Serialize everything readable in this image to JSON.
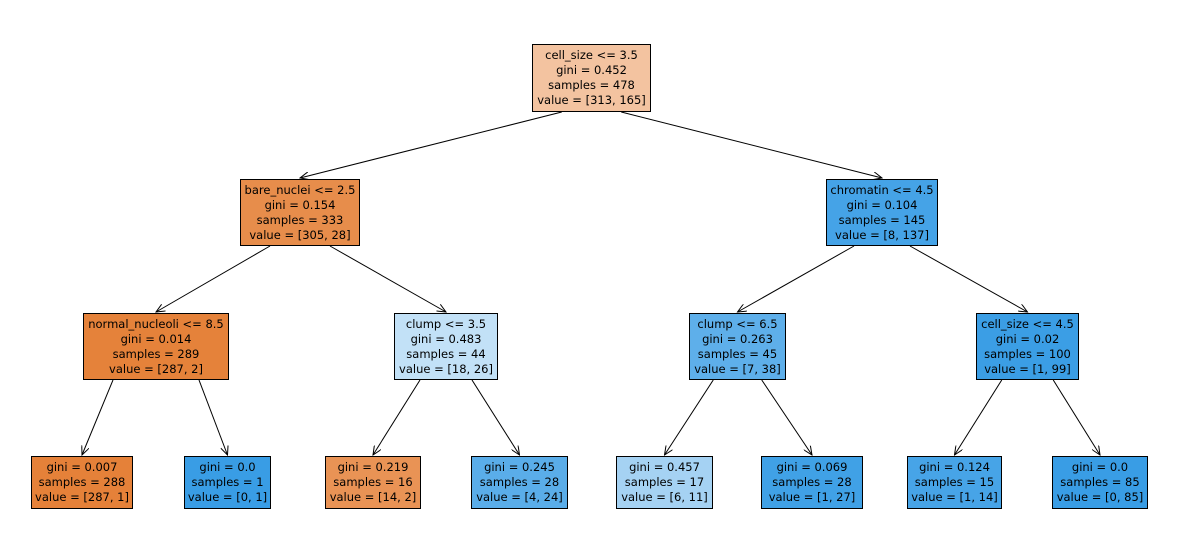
{
  "nodes": {
    "n0": {
      "lines": [
        "cell_size <= 3.5",
        "gini = 0.452",
        "samples = 478",
        "value = [313, 165]"
      ],
      "fill": "#f3c3a0"
    },
    "n1": {
      "lines": [
        "bare_nuclei <= 2.5",
        "gini = 0.154",
        "samples = 333",
        "value = [305, 28]"
      ],
      "fill": "#e78d4b"
    },
    "n2": {
      "lines": [
        "normal_nucleoli <= 8.5",
        "gini = 0.014",
        "samples = 289",
        "value = [287, 2]"
      ],
      "fill": "#e5823a"
    },
    "n3": {
      "lines": [
        "gini = 0.007",
        "samples = 288",
        "value = [287, 1]"
      ],
      "fill": "#e58139"
    },
    "n4": {
      "lines": [
        "gini = 0.0",
        "samples = 1",
        "value = [0, 1]"
      ],
      "fill": "#399de5"
    },
    "n5": {
      "lines": [
        "clump <= 3.5",
        "gini = 0.483",
        "samples = 44",
        "value = [18, 26]"
      ],
      "fill": "#c2e1f7"
    },
    "n6": {
      "lines": [
        "gini = 0.219",
        "samples = 16",
        "value = [14, 2]"
      ],
      "fill": "#e99355"
    },
    "n7": {
      "lines": [
        "gini = 0.245",
        "samples = 28",
        "value = [4, 24]"
      ],
      "fill": "#5aade9"
    },
    "n8": {
      "lines": [
        "chromatin <= 4.5",
        "gini = 0.104",
        "samples = 145",
        "value = [8, 137]"
      ],
      "fill": "#45a3e7"
    },
    "n9": {
      "lines": [
        "clump <= 6.5",
        "gini = 0.263",
        "samples = 45",
        "value = [7, 38]"
      ],
      "fill": "#5eafea"
    },
    "n10": {
      "lines": [
        "gini = 0.457",
        "samples = 17",
        "value = [6, 11]"
      ],
      "fill": "#a5d2f3"
    },
    "n11": {
      "lines": [
        "gini = 0.069",
        "samples = 28",
        "value = [1, 27]"
      ],
      "fill": "#40a1e6"
    },
    "n12": {
      "lines": [
        "cell_size <= 4.5",
        "gini = 0.02",
        "samples = 100",
        "value = [1, 99]"
      ],
      "fill": "#3b9ee5"
    },
    "n13": {
      "lines": [
        "gini = 0.124",
        "samples = 15",
        "value = [1, 14]"
      ],
      "fill": "#47a4e7"
    },
    "n14": {
      "lines": [
        "gini = 0.0",
        "samples = 85",
        "value = [0, 85]"
      ],
      "fill": "#399de5"
    }
  },
  "edges": [
    [
      "n0",
      "n1"
    ],
    [
      "n0",
      "n8"
    ],
    [
      "n1",
      "n2"
    ],
    [
      "n1",
      "n5"
    ],
    [
      "n2",
      "n3"
    ],
    [
      "n2",
      "n4"
    ],
    [
      "n5",
      "n6"
    ],
    [
      "n5",
      "n7"
    ],
    [
      "n8",
      "n9"
    ],
    [
      "n8",
      "n12"
    ],
    [
      "n9",
      "n10"
    ],
    [
      "n9",
      "n11"
    ],
    [
      "n12",
      "n13"
    ],
    [
      "n12",
      "n14"
    ]
  ]
}
